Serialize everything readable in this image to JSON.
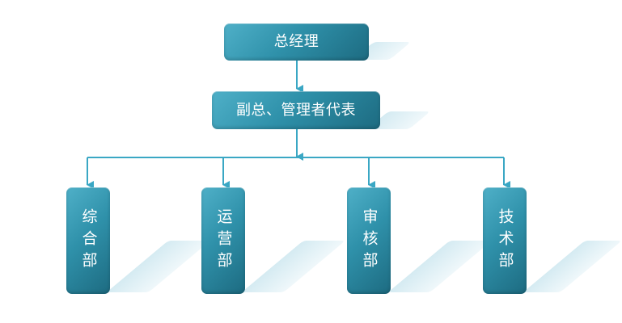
{
  "org_chart": {
    "top": {
      "label": "总经理"
    },
    "deputy": {
      "label": "副总、管理者代表"
    },
    "departments": [
      {
        "label": "综合部"
      },
      {
        "label": "运营部"
      },
      {
        "label": "审核部"
      },
      {
        "label": "技术部"
      }
    ]
  },
  "colors": {
    "box_gradient_start": "#4fb0c8",
    "box_gradient_end": "#1d6b81",
    "connector": "#3aa7c4",
    "shadow": "#cfe8f0",
    "text": "#ffffff"
  }
}
